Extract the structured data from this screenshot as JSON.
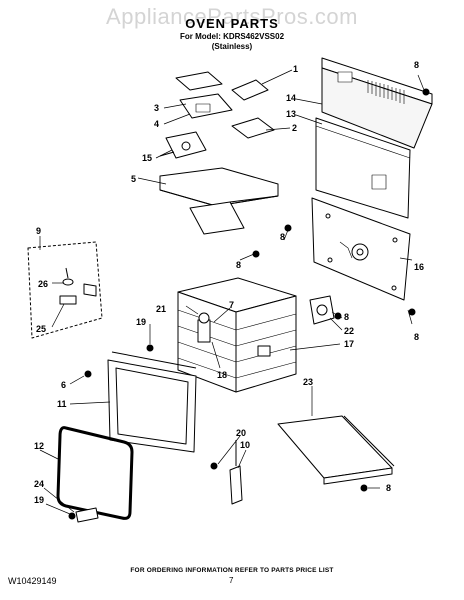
{
  "header": {
    "watermark": "AppliancePartsPros.com",
    "title": "OVEN PARTS",
    "model_line": "For Model: KDRS462VSS02",
    "variant_line": "(Stainless)"
  },
  "footer": {
    "document_number": "W10429149",
    "page_number": "7",
    "note": "FOR ORDERING INFORMATION REFER TO PARTS PRICE LIST"
  },
  "callouts": [
    "1",
    "2",
    "3",
    "4",
    "5",
    "6",
    "7",
    "8",
    "9",
    "10",
    "11",
    "12",
    "13",
    "14",
    "15",
    "16",
    "17",
    "18",
    "19",
    "20",
    "21",
    "22",
    "23",
    "24",
    "25",
    "26"
  ],
  "callout_instances": [
    "1",
    "2",
    "3",
    "4",
    "5",
    "6",
    "7",
    "8",
    "8",
    "8",
    "8",
    "8",
    "8",
    "9",
    "10",
    "11",
    "12",
    "13",
    "14",
    "15",
    "16",
    "17",
    "18",
    "19",
    "19",
    "20",
    "21",
    "22",
    "23",
    "24",
    "25",
    "26"
  ]
}
